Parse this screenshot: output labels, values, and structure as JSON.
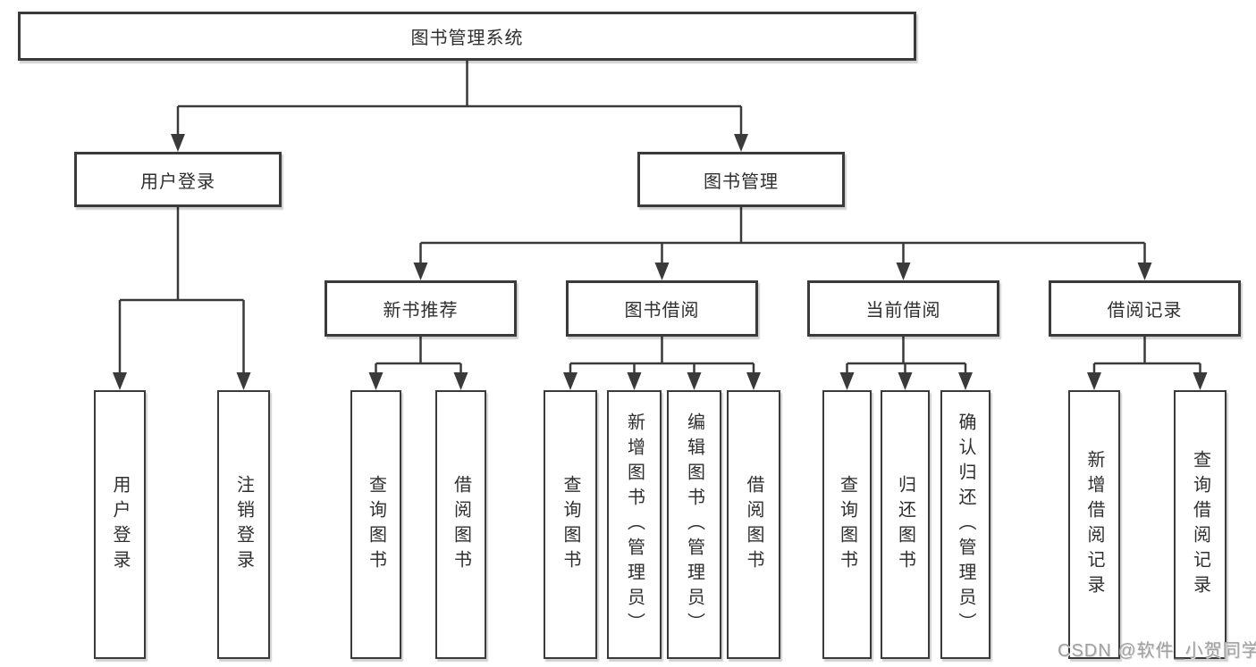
{
  "diagram": {
    "title": "图书管理系统",
    "colors": {
      "line": "#3a3a3a",
      "box_border": "#3a3a3a",
      "text": "#2f2f2f",
      "background": "#ffffff",
      "watermark": "#a0a0a0"
    },
    "watermark": "CSDN @软件_小贺同学",
    "tree": {
      "label": "图书管理系统",
      "children": [
        {
          "label": "用户登录",
          "children": [
            {
              "label": "用户登录"
            },
            {
              "label": "注销登录"
            }
          ]
        },
        {
          "label": "图书管理",
          "children": [
            {
              "label": "新书推荐",
              "children": [
                {
                  "label": "查询图书"
                },
                {
                  "label": "借阅图书"
                }
              ]
            },
            {
              "label": "图书借阅",
              "children": [
                {
                  "label": "查询图书"
                },
                {
                  "label": "新增图书（管理员）"
                },
                {
                  "label": "编辑图书（管理员）"
                },
                {
                  "label": "借阅图书"
                }
              ]
            },
            {
              "label": "当前借阅",
              "children": [
                {
                  "label": "查询图书"
                },
                {
                  "label": "归还图书"
                },
                {
                  "label": "确认归还（管理员）"
                }
              ]
            },
            {
              "label": "借阅记录",
              "children": [
                {
                  "label": "新增借阅记录"
                },
                {
                  "label": "查询借阅记录"
                }
              ]
            }
          ]
        }
      ]
    }
  }
}
